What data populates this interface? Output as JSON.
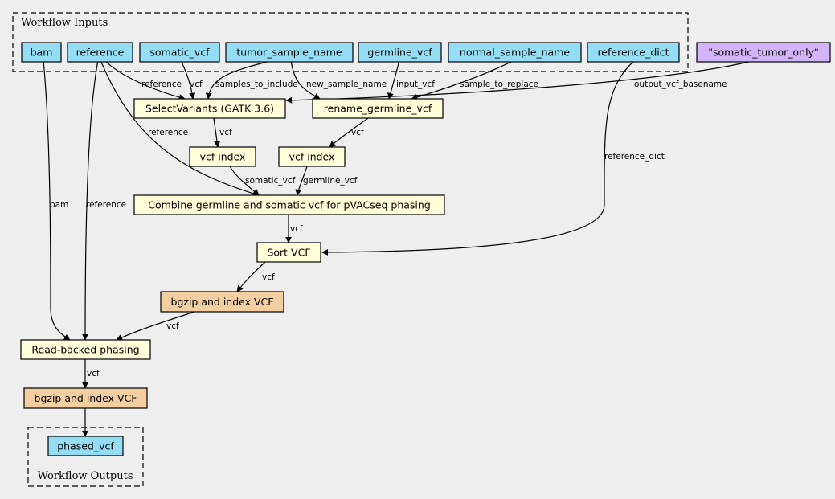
{
  "colors": {
    "background": "#eeeeee",
    "input": "#94ddf4",
    "step": "#fffed9",
    "bgzip": "#f3cea1",
    "literal": "#d3b4f9",
    "output": "#94ddf4"
  },
  "clusters": {
    "inputs": "Workflow Inputs",
    "outputs": "Workflow Outputs"
  },
  "nodes": {
    "bam": "bam",
    "reference": "reference",
    "somatic_vcf": "somatic_vcf",
    "tumor_sample_name": "tumor_sample_name",
    "germline_vcf": "germline_vcf",
    "normal_sample_name": "normal_sample_name",
    "reference_dict": "reference_dict",
    "somatic_tumor_only": "\"somatic_tumor_only\"",
    "select_variants": "SelectVariants (GATK 3.6)",
    "rename_germline": "rename_germline_vcf",
    "vcf_index_1": "vcf index",
    "vcf_index_2": "vcf index",
    "combine": "Combine germline and somatic vcf for pVACseq phasing",
    "sort_vcf": "Sort VCF",
    "bgzip_1": "bgzip and index VCF",
    "phasing": "Read-backed phasing",
    "bgzip_2": "bgzip and index VCF",
    "phased_vcf": "phased_vcf"
  },
  "edge_labels": {
    "ref_select": "reference",
    "vcf_select": "vcf",
    "samples_to_include": "samples_to_include",
    "new_sample_name": "new_sample_name",
    "input_vcf": "input_vcf",
    "sample_to_replace": "sample_to_replace",
    "output_vcf_basename": "output_vcf_basename",
    "select_index": "vcf",
    "rename_index": "vcf",
    "ref_combine": "reference",
    "somatic_vcf": "somatic_vcf",
    "germline_vcf": "germline_vcf",
    "reference_dict": "reference_dict",
    "combine_sort": "vcf",
    "sort_bgzip": "vcf",
    "bam_phasing": "bam",
    "ref_phasing": "reference",
    "bgzip_phasing": "vcf",
    "phasing_bgzip": "vcf"
  }
}
